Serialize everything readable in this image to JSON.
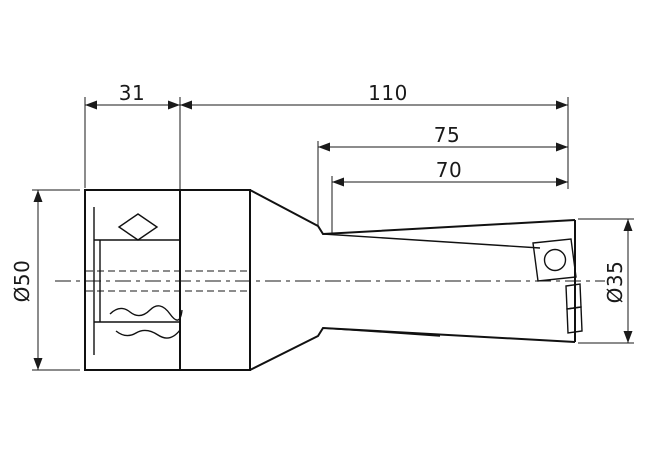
{
  "drawing": {
    "type": "technical-dimension-drawing",
    "subject": "indexable-insert-drill-with-holder-shank",
    "background_color": "#ffffff",
    "line_color": "#1a1a1a",
    "dimensions": {
      "flange_width": "31",
      "overall_length": "110",
      "mid_length": "75",
      "flute_length": "70",
      "shank_diameter": "Ø50",
      "body_diameter": "Ø35"
    }
  }
}
